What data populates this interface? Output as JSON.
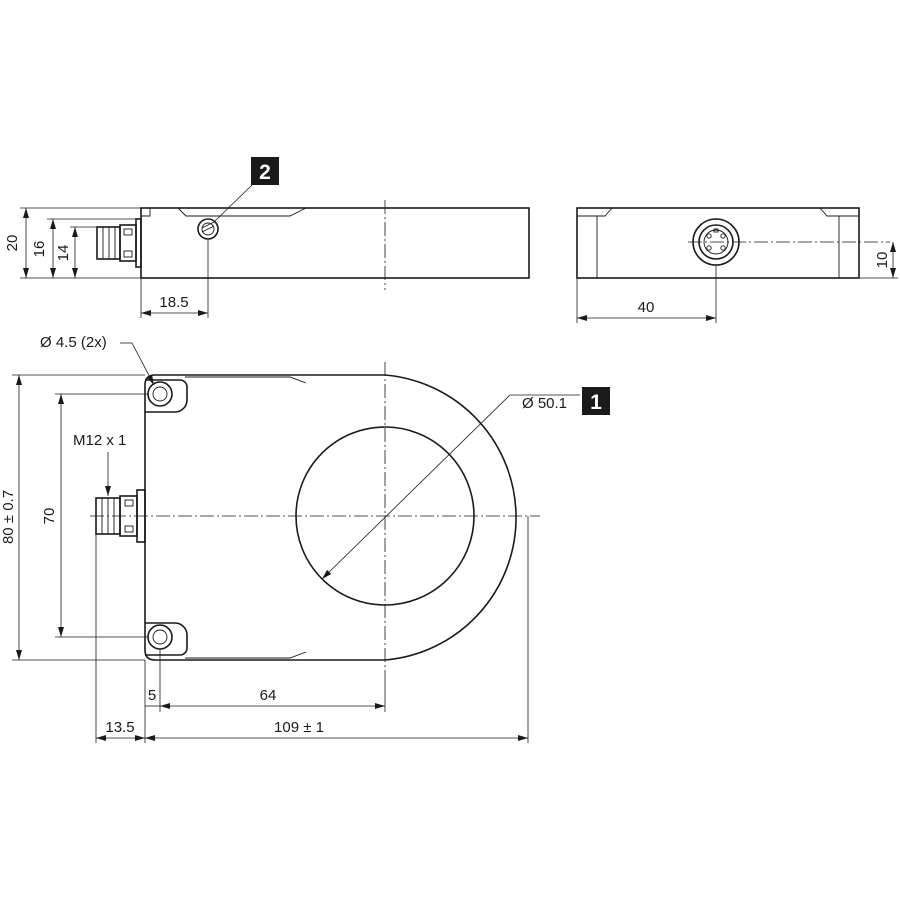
{
  "callouts": {
    "badge_1": "1",
    "badge_2": "2"
  },
  "dimensions": {
    "height_20": "20",
    "height_16": "16",
    "height_14": "14",
    "offset_18_5": "18.5",
    "width_40": "40",
    "connector_10": "10",
    "hole_diameter": "Ø 4.5 (2x)",
    "thread": "M12 x 1",
    "aperture_diameter": "Ø 50.1",
    "length_80": "80 ± 0.7",
    "hole_spacing_70": "70",
    "offset_5": "5",
    "offset_64": "64",
    "connector_13_5": "13.5",
    "length_109": "109 ± 1"
  }
}
